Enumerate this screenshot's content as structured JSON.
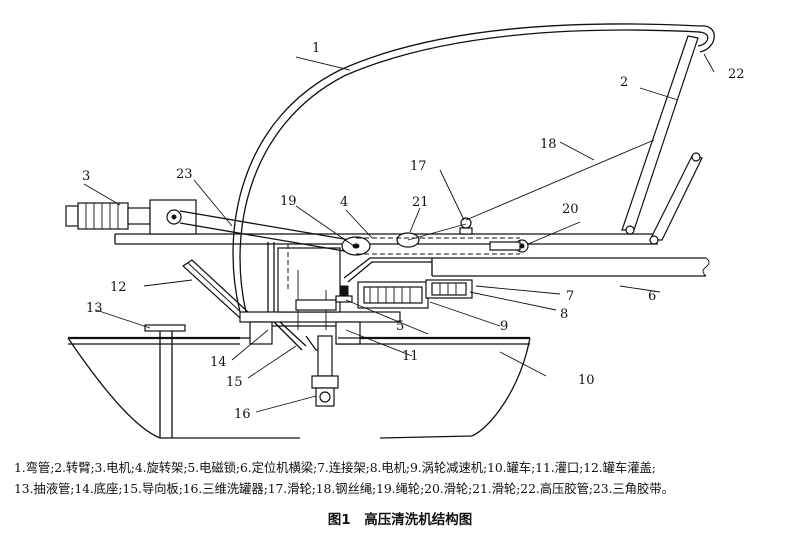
{
  "labels": {
    "l1": "1",
    "l2": "2",
    "l3": "3",
    "l4": "4",
    "l5": "5",
    "l6": "6",
    "l7": "7",
    "l8": "8",
    "l9": "9",
    "l10": "10",
    "l11": "11",
    "l12": "12",
    "l13": "13",
    "l14": "14",
    "l15": "15",
    "l16": "16",
    "l17": "17",
    "l18": "18",
    "l19": "19",
    "l20": "20",
    "l21": "21",
    "l22": "22",
    "l23": "23"
  },
  "legend": {
    "line1": "1.弯管;2.转臂;3.电机;4.旋转架;5.电磁锁;6.定位机横梁;7.连接架;8.电机;9.涡轮减速机;10.罐车;11.灌口;12.罐车灌盖;",
    "line2": "13.抽液管;14.底座;15.导向板;16.三维洗罐器;17.滑轮;18.钢丝绳;19.绳轮;20.滑轮;21.滑轮;22.高压胶管;23.三角胶带。"
  },
  "caption": "图1　高压清洗机结构图"
}
